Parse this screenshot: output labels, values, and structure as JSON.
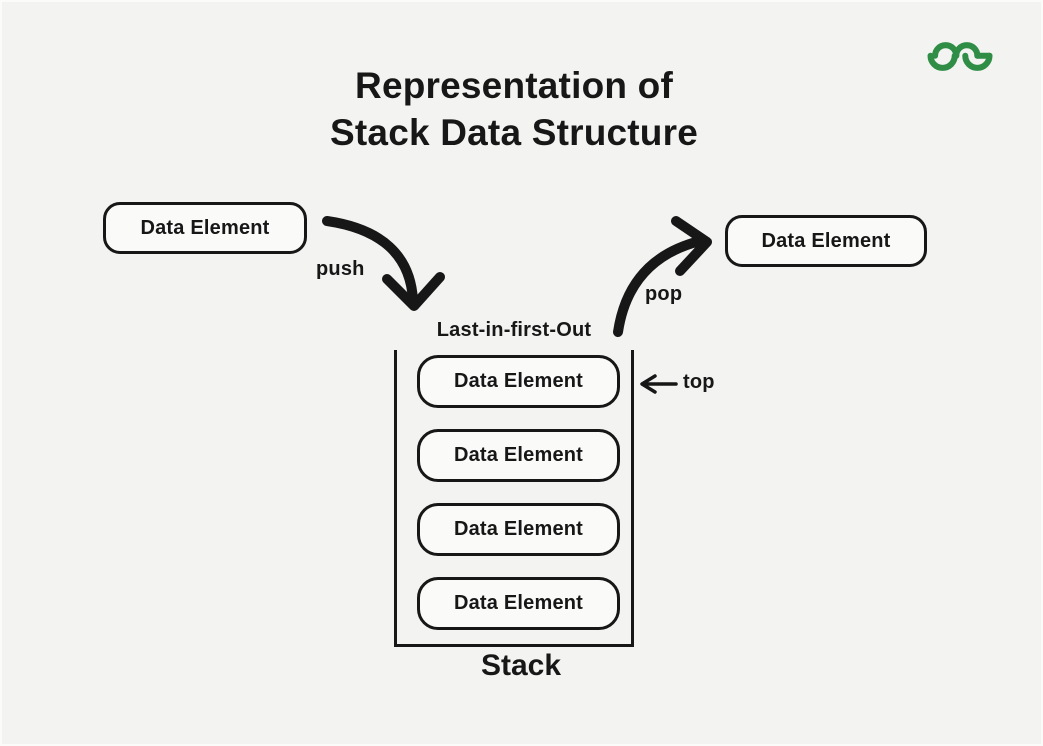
{
  "title": {
    "line1": "Representation of",
    "line2": "Stack Data Structure"
  },
  "logo": {
    "name": "geeksforgeeks-logo"
  },
  "push": {
    "box_label": "Data Element",
    "arrow_label": "push"
  },
  "pop": {
    "box_label": "Data Element",
    "arrow_label": "pop"
  },
  "stack": {
    "lifo_label": "Last-in-first-Out",
    "top_label": "top",
    "caption": "Stack",
    "items": [
      {
        "label": "Data Element"
      },
      {
        "label": "Data Element"
      },
      {
        "label": "Data Element"
      },
      {
        "label": "Data Element"
      }
    ]
  },
  "colors": {
    "background": "#f3f3f1",
    "ink": "#171717",
    "box_fill": "#fafaf8",
    "brand_green": "#2f8d46"
  }
}
